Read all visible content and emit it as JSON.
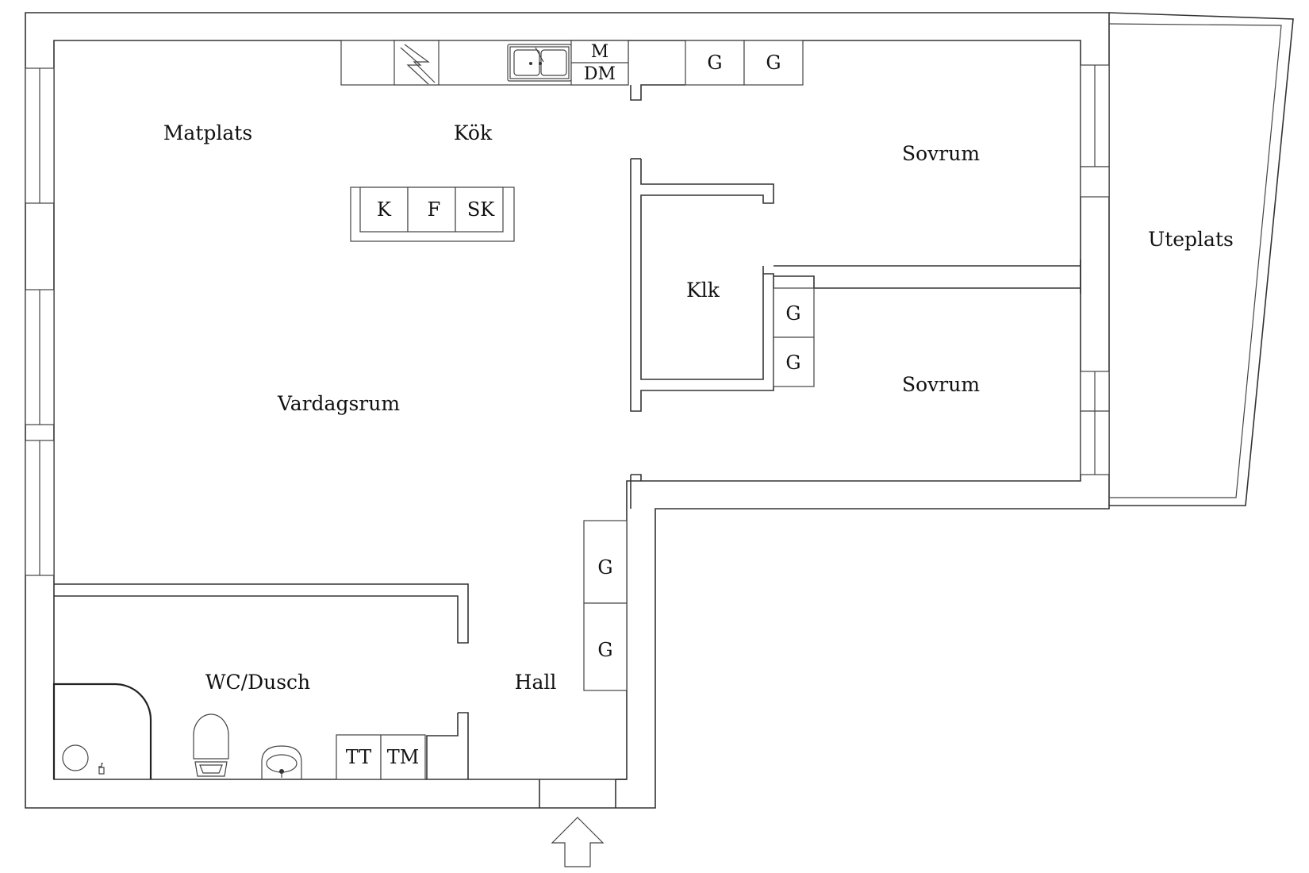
{
  "rooms": {
    "matplats": "Matplats",
    "kok": "Kök",
    "sovrum_1": "Sovrum",
    "sovrum_2": "Sovrum",
    "uteplats": "Uteplats",
    "klk": "Klk",
    "vardagsrum": "Vardagsrum",
    "wc_dusch": "WC/Dusch",
    "hall": "Hall"
  },
  "fixtures": {
    "microwave": "M",
    "dishwasher": "DM",
    "closet_bed1_a": "G",
    "closet_bed1_b": "G",
    "fridge": "K",
    "freezer": "F",
    "cabinet": "SK",
    "closet_bed2_a": "G",
    "closet_bed2_b": "G",
    "closet_hall_a": "G",
    "closet_hall_b": "G",
    "dryer": "TT",
    "washer": "TM"
  },
  "icons": {
    "stove": "stove-icon",
    "sink": "kitchen-sink-icon",
    "shower": "shower-icon",
    "toilet": "toilet-icon",
    "washbasin": "washbasin-icon",
    "entrance": "entrance-arrow-icon"
  }
}
